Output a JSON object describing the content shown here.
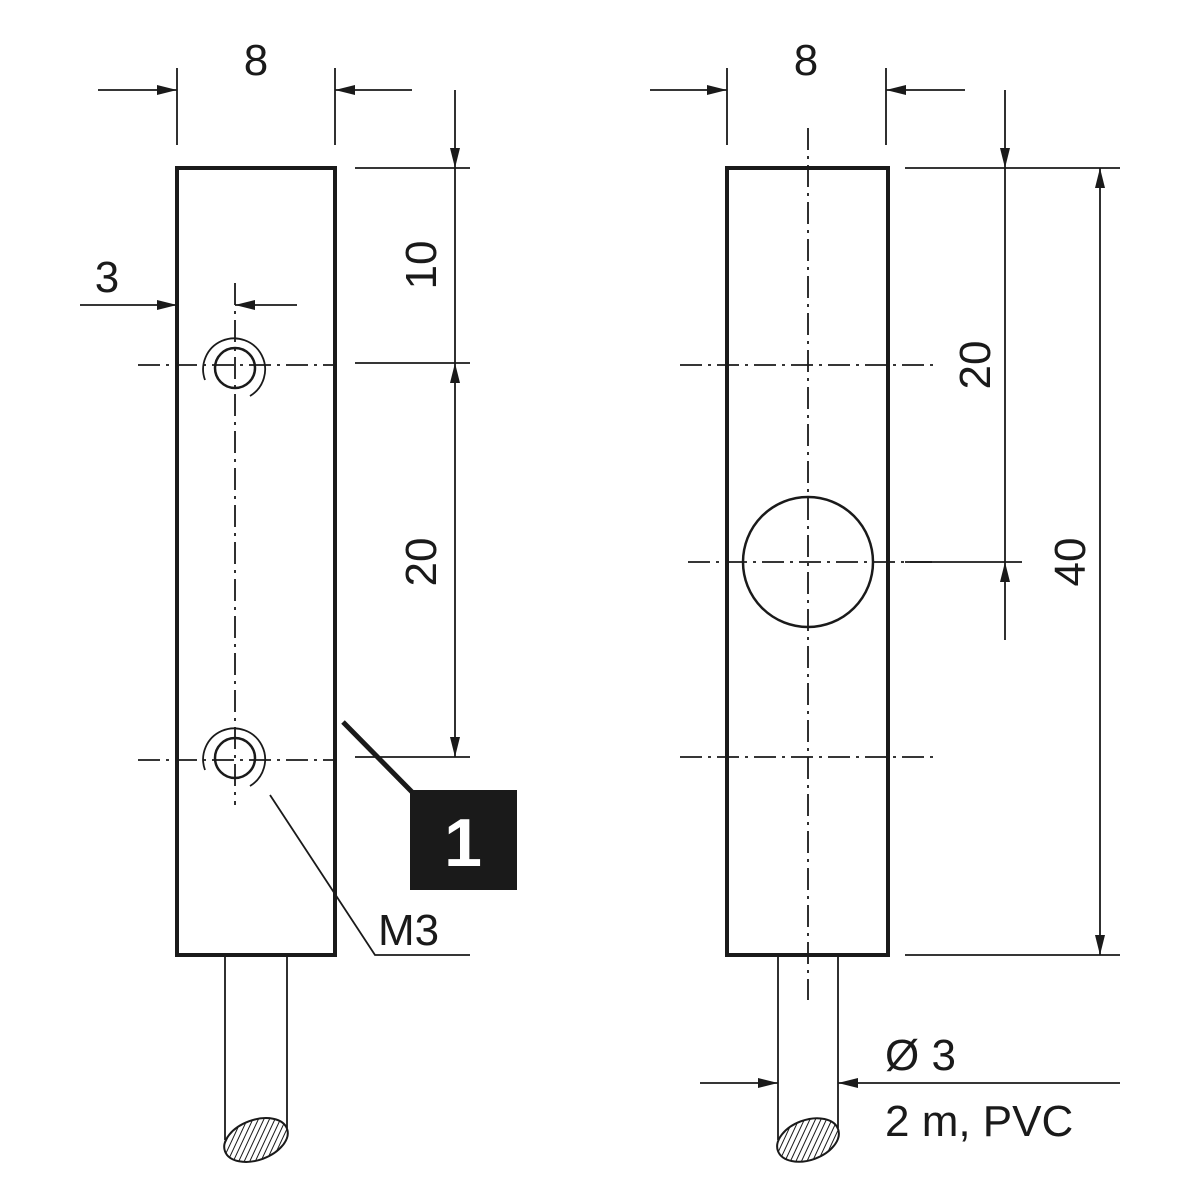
{
  "drawing": {
    "left_view": {
      "width_dim": "8",
      "top_offset_dim": "10",
      "hole_spacing_dim": "20",
      "hole_offset_dim": "3",
      "thread_label": "M3",
      "callout_number": "1"
    },
    "right_view": {
      "width_dim": "8",
      "center_offset_dim": "20",
      "length_dim": "40",
      "cable_diameter_dim": "Ø 3",
      "cable_spec": "2 m, PVC"
    },
    "colors": {
      "line": "#1a1a1a",
      "callout_bg": "#1a1a1a",
      "callout_text": "#ffffff"
    }
  }
}
